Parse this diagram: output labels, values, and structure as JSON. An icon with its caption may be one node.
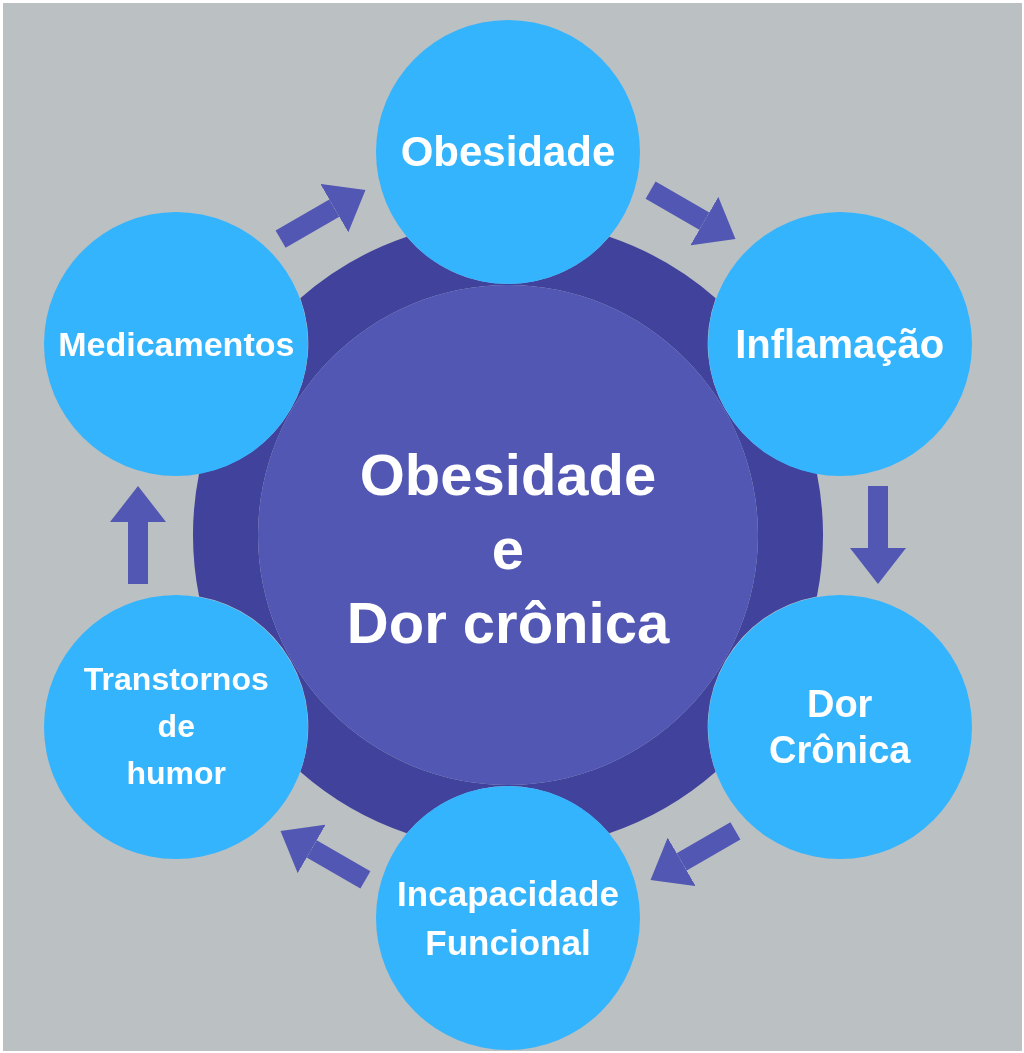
{
  "diagram": {
    "nodes": [
      {
        "text": [
          "Obesidade e Dor crônica"
        ]
      },
      {
        "text": [
          "Obesidade"
        ]
      },
      {
        "text": [
          "Inflamação"
        ]
      },
      {
        "text": [
          "Dor Crônica"
        ]
      },
      {
        "text": [
          "Incapacidade Funcional"
        ]
      },
      {
        "text": [
          "Transtornos de humor"
        ]
      },
      {
        "text": [
          "Medicamentos"
        ]
      }
    ],
    "edges": [
      {
        "from": 1,
        "to": 2,
        "arrow": "to"
      },
      {
        "from": 2,
        "to": 3,
        "arrow": "to"
      },
      {
        "from": 3,
        "to": 4,
        "arrow": "to"
      },
      {
        "from": 4,
        "to": 5,
        "arrow": "to"
      },
      {
        "from": 5,
        "to": 6,
        "arrow": "to"
      },
      {
        "from": 6,
        "to": 1,
        "arrow": "to"
      }
    ]
  }
}
